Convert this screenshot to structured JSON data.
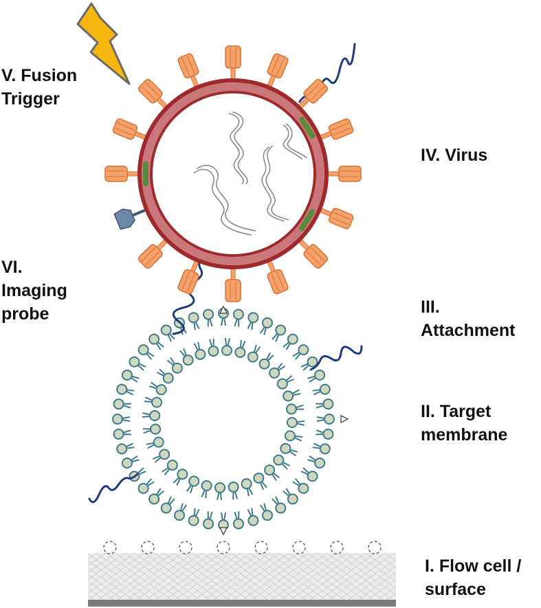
{
  "colors": {
    "lightning_fill": "#f5b70f",
    "lightning_stroke": "#6a6a6a",
    "envelope_outer": "#9e2a2b",
    "envelope_inner": "#b8484a",
    "spike_fill": "#f5a26a",
    "spike_stroke": "#d96f2f",
    "protein_fill": "#6d87a8",
    "protein_stroke": "#3f5470",
    "green_marker": "#5a8a3c",
    "probe_strand": "#1e3a7a",
    "lipid_head_fill": "#cfd8bf",
    "lipid_stroke": "#3c7a8c",
    "surface_fill": "#e6e6e6",
    "surface_base": "#7a7a7a"
  },
  "labels": {
    "fusion_trigger": [
      "V. Fusion",
      "Trigger"
    ],
    "virus": [
      "IV. Virus"
    ],
    "imaging_probe": [
      "VI.",
      "Imaging",
      "probe"
    ],
    "attachment": [
      "III.",
      "Attachment"
    ],
    "target_membrane": [
      "II. Target",
      "membrane"
    ],
    "flow_cell": [
      "I. Flow cell /",
      "surface"
    ]
  }
}
